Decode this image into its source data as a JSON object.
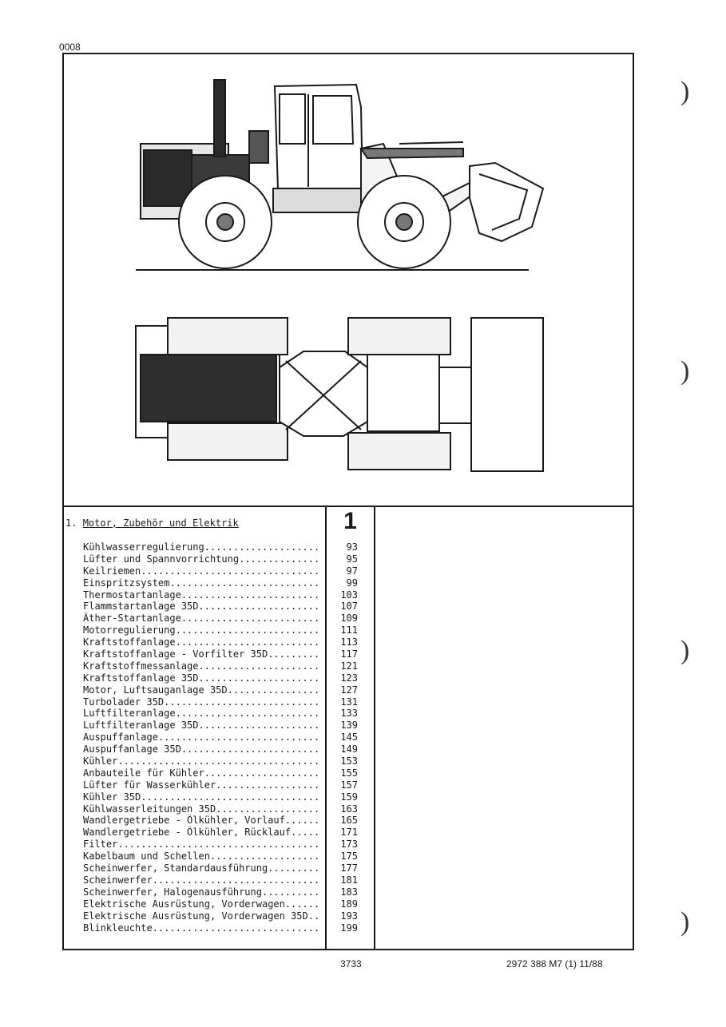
{
  "page_id": "0008",
  "section": {
    "title_number": "1.",
    "title": "Motor, Zubehör und Elektrik",
    "tab_number": "1"
  },
  "toc": [
    {
      "label": "Kühlwasserregulierung",
      "page": "93"
    },
    {
      "label": "Lüfter und Spannvorrichtung",
      "page": "95"
    },
    {
      "label": "Keilriemen",
      "page": "97"
    },
    {
      "label": "Einspritzsystem",
      "page": "99"
    },
    {
      "label": "Thermostartanlage",
      "page": "103"
    },
    {
      "label": "Flammstartanlage 35D",
      "page": "107"
    },
    {
      "label": "Äther-Startanlage",
      "page": "109"
    },
    {
      "label": "Motorregulierung",
      "page": "111"
    },
    {
      "label": "Kraftstoffanlage",
      "page": "113"
    },
    {
      "label": "Kraftstoffanlage - Vorfilter 35D",
      "page": "117"
    },
    {
      "label": "Kraftstoffmessanlage",
      "page": "121"
    },
    {
      "label": "Kraftstoffanlage 35D",
      "page": "123"
    },
    {
      "label": "Motor, Luftsauganlage 35D",
      "page": "127"
    },
    {
      "label": "Turbolader 35D",
      "page": "131"
    },
    {
      "label": "Luftfilteranlage",
      "page": "133"
    },
    {
      "label": "Luftfilteranlage 35D",
      "page": "139"
    },
    {
      "label": "Auspuffanlage",
      "page": "145"
    },
    {
      "label": "Auspuffanlage 35D",
      "page": "149"
    },
    {
      "label": "Kühler",
      "page": "153"
    },
    {
      "label": "Anbauteile für Kühler",
      "page": "155"
    },
    {
      "label": "Lüfter für Wasserkühler",
      "page": "157"
    },
    {
      "label": "Kühler 35D",
      "page": "159"
    },
    {
      "label": "Kühlwasserleitungen 35D",
      "page": "163"
    },
    {
      "label": "Wandlergetriebe - Ölkühler, Vorlauf",
      "page": "165"
    },
    {
      "label": "Wandlergetriebe - Ölkühler, Rücklauf",
      "page": "171"
    },
    {
      "label": "Filter",
      "page": "173"
    },
    {
      "label": "Kabelbaum und Schellen",
      "page": "175"
    },
    {
      "label": "Scheinwerfer, Standardausführung",
      "page": "177"
    },
    {
      "label": "Scheinwerfer",
      "page": "181"
    },
    {
      "label": "Scheinwerfer, Halogenausführung",
      "page": "183"
    },
    {
      "label": "Elektrische Ausrüstung, Vorderwagen",
      "page": "189"
    },
    {
      "label": "Elektrische Ausrüstung, Vorderwagen 35D",
      "page": "193"
    },
    {
      "label": "Blinkleuchte",
      "page": "199"
    }
  ],
  "footer": {
    "doc_number": "3733",
    "part_number": "2972 388 M7 (1) 11/88"
  },
  "colors": {
    "ink": "#1a1a1a",
    "paper": "#ffffff"
  },
  "binder_mark": ")"
}
